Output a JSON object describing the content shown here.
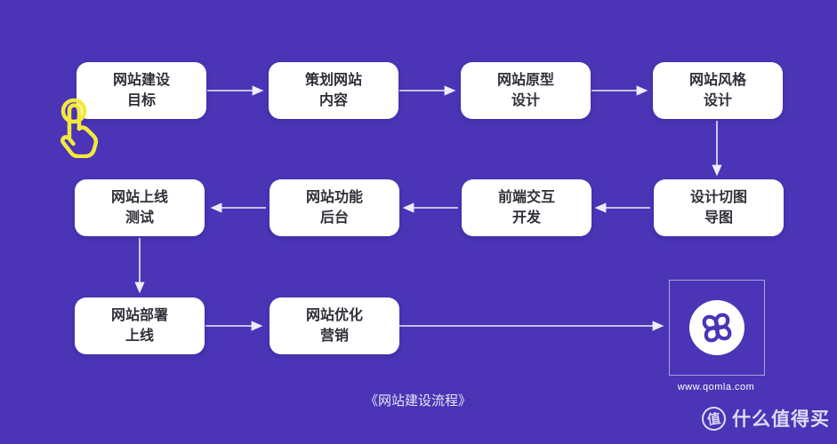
{
  "caption": "《网站建设流程》",
  "colors": {
    "background": "#4B34B6",
    "node_background": "#FFFFFF",
    "node_text": "#2F3038",
    "connector": "#EFEDFB",
    "hand_icon_yellow": "#F3E93C",
    "logo_mark_purple": "#4B34B6",
    "watermark_white": "#FFFFFF"
  },
  "nodes": [
    {
      "id": "goal",
      "line1": "网站建设",
      "line2": "目标"
    },
    {
      "id": "plan",
      "line1": "策划网站",
      "line2": "内容"
    },
    {
      "id": "prototype",
      "line1": "网站原型",
      "line2": "设计"
    },
    {
      "id": "style",
      "line1": "网站风格",
      "line2": "设计"
    },
    {
      "id": "online-test",
      "line1": "网站上线",
      "line2": "测试"
    },
    {
      "id": "backend",
      "line1": "网站功能",
      "line2": "后台"
    },
    {
      "id": "frontend",
      "line1": "前端交互",
      "line2": "开发"
    },
    {
      "id": "slice",
      "line1": "设计切图",
      "line2": "导图"
    },
    {
      "id": "deploy",
      "line1": "网站部署",
      "line2": "上线"
    },
    {
      "id": "marketing",
      "line1": "网站优化",
      "line2": "营销"
    }
  ],
  "flow_order": [
    "goal",
    "plan",
    "prototype",
    "style",
    "slice",
    "frontend",
    "backend",
    "online-test",
    "deploy",
    "marketing"
  ],
  "logo": {
    "website": "www.qomla.com"
  },
  "watermark": {
    "badge": "值",
    "brand": "什么值得买"
  },
  "icons": {
    "hand_cursor": "tap-hand-icon",
    "logo_mark": "clover-logo-icon",
    "watermark_badge": "zhi-badge-icon"
  }
}
